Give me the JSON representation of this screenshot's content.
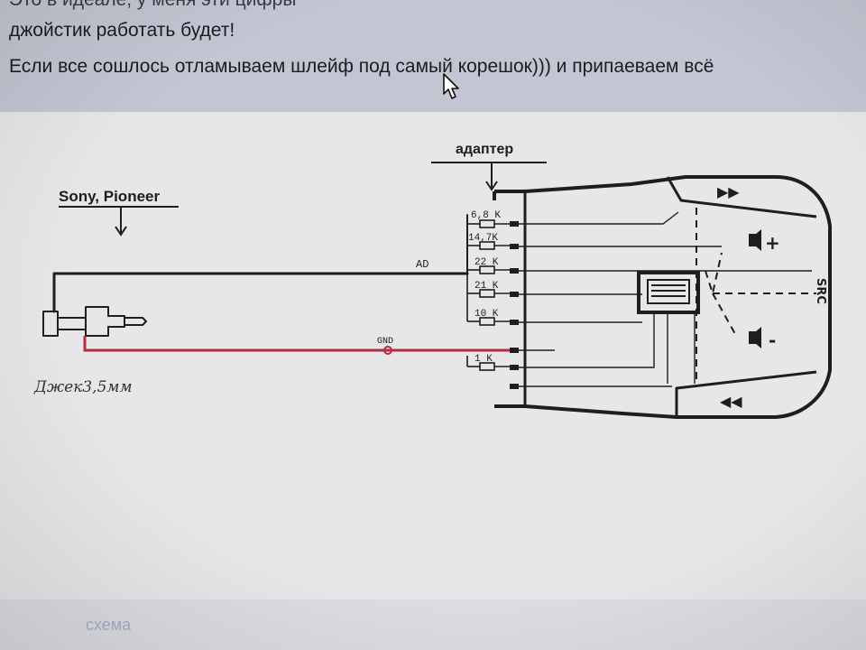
{
  "post": {
    "lines": [
      "Это в идеале, у меня эти цифры",
      "джойстик работать будет!",
      "Если все сошлось отламываем шлейф под самый корешок))) и припаеваем всё"
    ]
  },
  "schematic": {
    "adapter_label": "адаптер",
    "source_label": "Sony, Pioneer",
    "jack_label": "Джек3,5мм",
    "ad_label": "AD",
    "gnd_label": "GND",
    "resistors": [
      "6,8 K",
      "14,7K",
      "22 K",
      "21 K",
      "10 K",
      "1 K"
    ],
    "buttons": {
      "next": "▶▶",
      "prev": "◀◀",
      "vol_up": "+",
      "vol_down": "-",
      "source": "SRC"
    },
    "colors": {
      "wire": "#1e1e1e",
      "gnd_wire": "#b03040"
    }
  },
  "caption": "схема"
}
